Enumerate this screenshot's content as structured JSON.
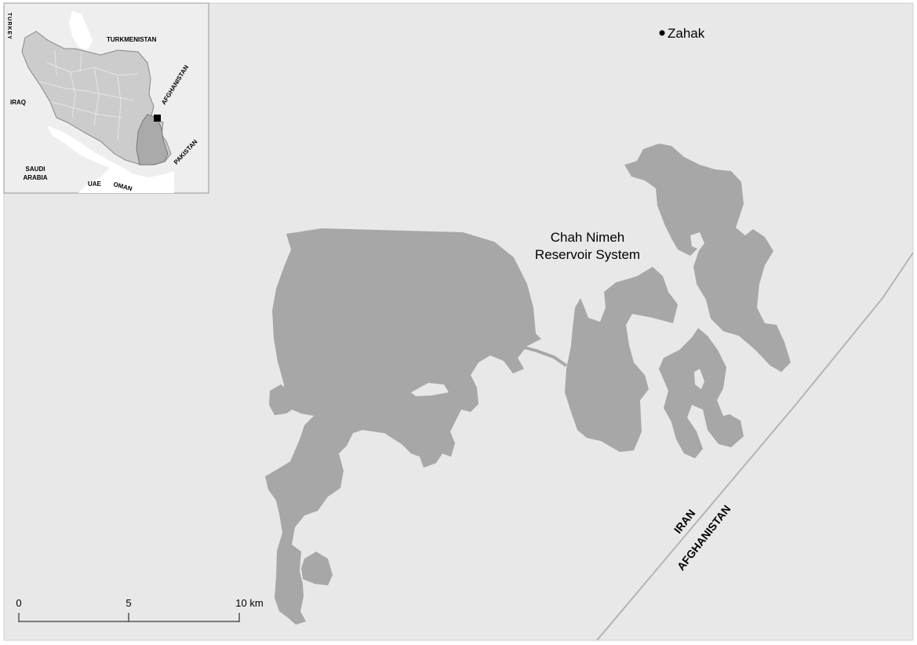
{
  "map": {
    "town_label": "Zahak",
    "reservoir_label_line1": "Chah Nimeh",
    "reservoir_label_line2": "Reservoir System",
    "border_label_north": "IRAN",
    "border_label_south": "AFGHANISTAN",
    "colors": {
      "land": "#e8e8e8",
      "water": "#a7a7a7",
      "border_line": "#b4b4b4",
      "frame": "#cfcfcf"
    }
  },
  "scale_bar": {
    "tick_labels": [
      "0",
      "5",
      "10 km"
    ]
  },
  "inset": {
    "labels": {
      "turkey": "TURKEY",
      "turkmenistan": "TURKMENISTAN",
      "afghanistan": "AFGHANISTAN",
      "iraq": "IRAQ",
      "pakistan": "PAKISTAN",
      "saudi_arabia_line1": "SAUDI",
      "saudi_arabia_line2": "ARABIA",
      "uae": "UAE",
      "oman": "OMAN"
    },
    "colors": {
      "background": "#ffffff",
      "neighbors": "#eeeeee",
      "iran": "#cccccc",
      "province": "#aaaaaa",
      "locator": "#000000"
    }
  }
}
